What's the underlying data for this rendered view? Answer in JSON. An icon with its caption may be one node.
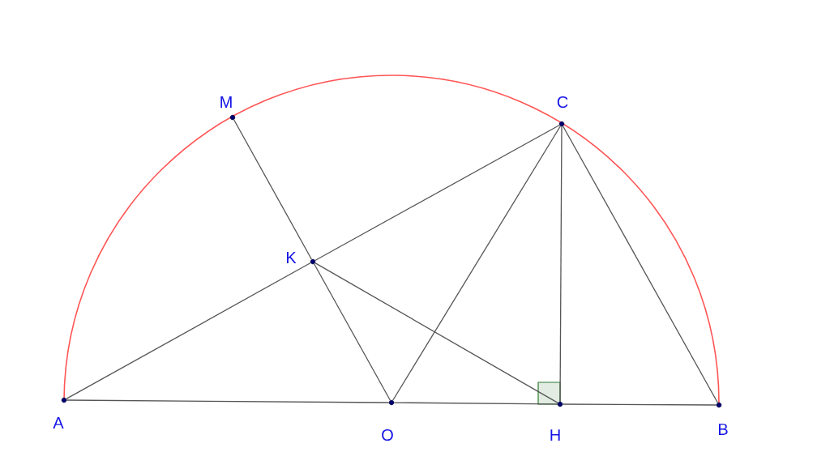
{
  "diagram": {
    "nodes": [
      {
        "text": [
          "M"
        ]
      },
      {
        "text": [
          "C"
        ]
      },
      {
        "text": [
          "K"
        ]
      },
      {
        "text": [
          "A"
        ]
      },
      {
        "text": [
          "O"
        ]
      },
      {
        "text": [
          "H"
        ]
      },
      {
        "text": [
          "B"
        ]
      }
    ],
    "edges": [
      {
        "from": 3,
        "to": 4,
        "arrow": "none"
      },
      {
        "from": 4,
        "to": 5,
        "arrow": "none"
      },
      {
        "from": 5,
        "to": 6,
        "arrow": "none"
      },
      {
        "from": 0,
        "to": 2,
        "arrow": "none"
      },
      {
        "from": 2,
        "to": 4,
        "arrow": "none"
      },
      {
        "from": 3,
        "to": 2,
        "arrow": "none"
      },
      {
        "from": 2,
        "to": 1,
        "arrow": "none"
      },
      {
        "from": 2,
        "to": 5,
        "arrow": "none"
      },
      {
        "from": 1,
        "to": 4,
        "arrow": "none"
      },
      {
        "from": 1,
        "to": 5,
        "arrow": "none"
      },
      {
        "from": 1,
        "to": 6,
        "arrow": "none"
      }
    ]
  }
}
